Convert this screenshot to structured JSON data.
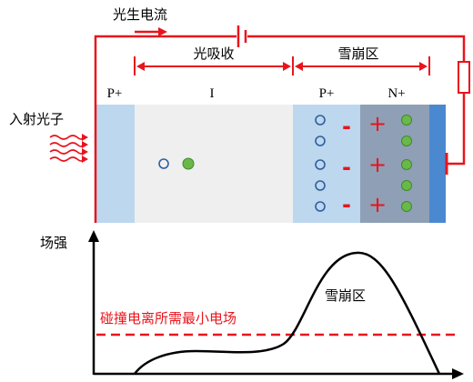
{
  "labels": {
    "photocurrent": "光生电流",
    "absorption": "光吸收",
    "avalanche": "雪崩区",
    "incident_photon": "入射光子",
    "field_strength": "场强",
    "min_field": "碰撞电离所需最小电场",
    "curve_avalanche": "雪崩区"
  },
  "regions": {
    "p_plus_left": "P+",
    "intrinsic": "I",
    "p_plus_right": "P+",
    "n_plus": "N+"
  },
  "signs": {
    "minus": "-",
    "plus": "+"
  },
  "colors": {
    "wire": "#e8141c",
    "p_plus": "#bcd7ee",
    "intrinsic": "#efefef",
    "n_plus": "#8f9fb5",
    "contact": "#4a89d0",
    "hole": "#2f5f9e",
    "electron": "#6ab84a",
    "threshold": "#e8141c"
  }
}
